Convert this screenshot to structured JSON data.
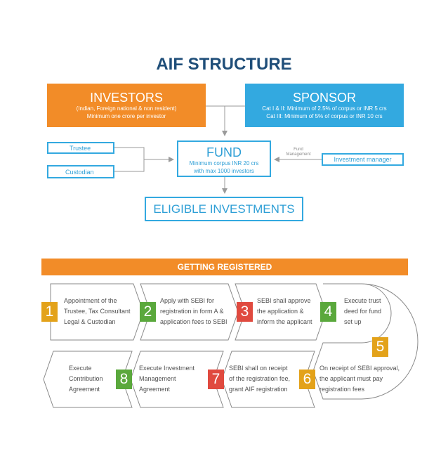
{
  "title": "AIF STRUCTURE",
  "investors": {
    "heading": "INVESTORS",
    "line1": "(Indian, Foreign national & non resident)",
    "line2": "Minimum one crore per investor"
  },
  "sponsor": {
    "heading": "SPONSOR",
    "line1": "Cat I & II: Minimum of 2.5% of corpus or INR 5 crs",
    "line2": "Cat III: Minimum of 5% of corpus or INR 10 crs"
  },
  "trustee": "Trustee",
  "custodian": "Custodian",
  "fund": {
    "heading": "FUND",
    "line1": "Minimum corpus INR 20 crs",
    "line2": "with max 1000 investors"
  },
  "fund_management": {
    "line1": "Fund",
    "line2": "Management"
  },
  "investment_manager": "Investment manager",
  "eligible": "ELIGIBLE INVESTMENTS",
  "registered": "GETTING REGISTERED",
  "colors": {
    "orange": "#f28c28",
    "blue": "#33a9e0",
    "step_yellow": "#e3a21a",
    "step_green": "#5aa83c",
    "step_red": "#e04a3f"
  },
  "steps": [
    {
      "num": "1",
      "lines": [
        "Appointment of the",
        "Trustee, Tax Consultant",
        "Legal & Custodian"
      ]
    },
    {
      "num": "2",
      "lines": [
        "Apply with SEBI for",
        "registration in form A &",
        "application fees to SEBI"
      ]
    },
    {
      "num": "3",
      "lines": [
        "SEBI shall approve",
        "the application &",
        "inform the applicant"
      ]
    },
    {
      "num": "4",
      "lines": [
        "Execute trust",
        "deed for fund",
        "set up"
      ]
    },
    {
      "num": "5",
      "lines": []
    },
    {
      "num": "6",
      "lines": [
        "On receipt of SEBI approval,",
        "the applicant must pay",
        "registration fees"
      ]
    },
    {
      "num": "7",
      "lines": [
        "SEBI shall on receipt",
        "of the registration fee,",
        "grant AIF registration"
      ]
    },
    {
      "num": "8",
      "lines": [
        "Execute Investment",
        "Management",
        "Agreement"
      ]
    },
    {
      "num": "",
      "lines": [
        "Execute",
        "Contribution",
        "Agreement"
      ]
    }
  ]
}
